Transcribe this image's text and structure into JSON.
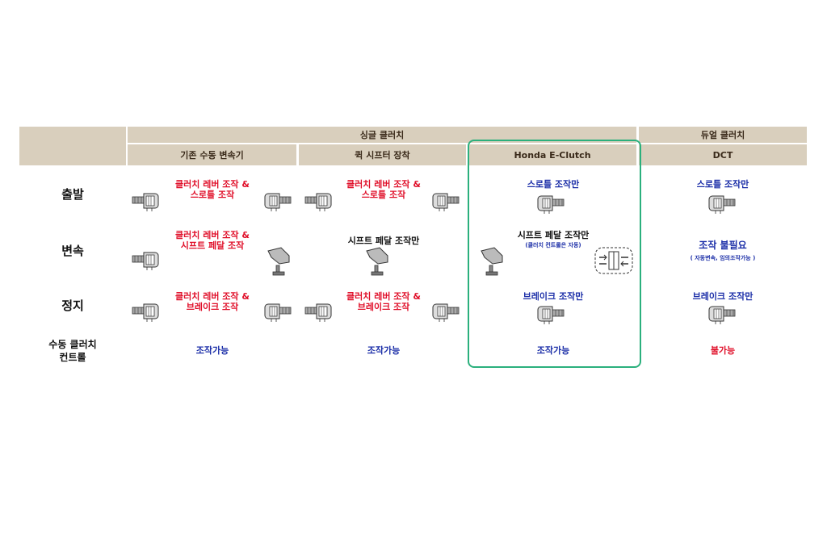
{
  "header": {
    "single_clutch": "싱글 클러치",
    "dual_clutch": "듀얼 클러치",
    "col_manual": "기존 수동 변속기",
    "col_quickshifter": "퀵 시프터 장착",
    "col_eclutch": "Honda E-Clutch",
    "col_dct": "DCT"
  },
  "rows": {
    "start": "출발",
    "shift": "변속",
    "stop": "정지",
    "manual_clutch": "수동 클러치\n컨트롤"
  },
  "cells": {
    "manual_start": "클러치 레버 조작 &\n스로틀 조작",
    "quick_start": "클러치 레버 조작 &\n스로틀 조작",
    "eclutch_start": "스로틀 조작만",
    "dct_start": "스로틀 조작만",
    "manual_shift": "클러치 레버 조작 &\n시프트 페달 조작",
    "quick_shift": "시프트 페달 조작만",
    "eclutch_shift": "시프트 페달 조작만",
    "eclutch_shift_note": "(클러치 컨트롤은 자동)",
    "dct_shift": "조작 불필요",
    "dct_shift_note": "( 자동변속, 임의조작가능 )",
    "manual_stop": "클러치 레버 조작 &\n브레이크 조작",
    "quick_stop": "클러치 레버 조작 &\n브레이크 조작",
    "eclutch_stop": "브레이크 조작만",
    "dct_stop": "브레이크 조작만",
    "manual_clutch_manual": "조작가능",
    "manual_clutch_quick": "조작가능",
    "manual_clutch_eclutch": "조작가능",
    "manual_clutch_dct": "불가능"
  },
  "colors": {
    "header_bg": "#d9cfbd",
    "red": "#e0102a",
    "blue": "#1c2fa8",
    "highlight": "#2bb07d"
  }
}
